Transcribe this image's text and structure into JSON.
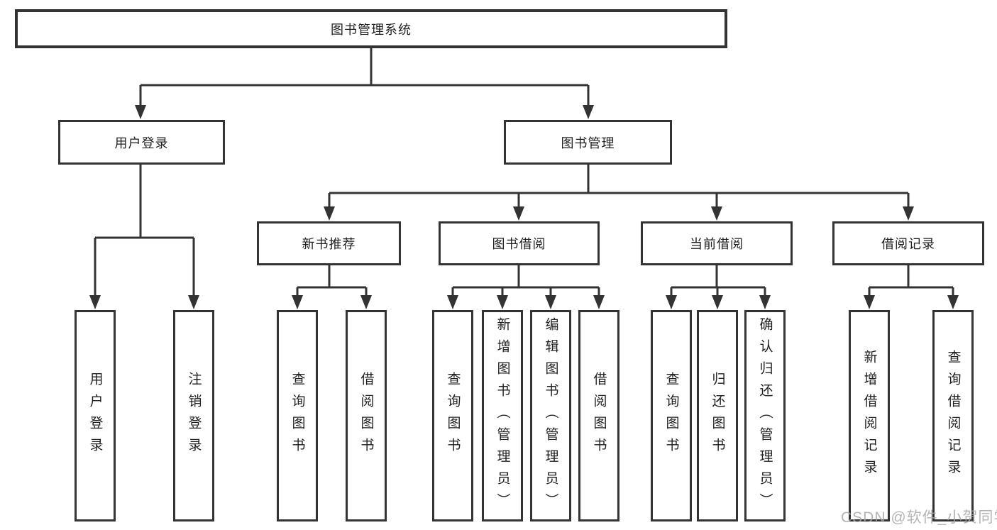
{
  "diagram": {
    "title": "图书管理系统",
    "nodes": {
      "root": {
        "label": "图书管理系统"
      },
      "level2": [
        {
          "id": "user-login",
          "label": "用户登录"
        },
        {
          "id": "book-management",
          "label": "图书管理"
        }
      ],
      "level3": [
        {
          "id": "new-book-recommendation",
          "parent": "图书管理",
          "label": "新书推荐"
        },
        {
          "id": "book-borrowing",
          "parent": "图书管理",
          "label": "图书借阅"
        },
        {
          "id": "current-borrowing",
          "parent": "图书管理",
          "label": "当前借阅"
        },
        {
          "id": "borrowing-records",
          "parent": "图书管理",
          "label": "借阅记录"
        }
      ],
      "leaves": [
        {
          "parent": "用户登录",
          "label": "用户登录"
        },
        {
          "parent": "用户登录",
          "label": "注销登录"
        },
        {
          "parent": "新书推荐",
          "label": "查询图书"
        },
        {
          "parent": "新书推荐",
          "label": "借阅图书"
        },
        {
          "parent": "图书借阅",
          "label": "查询图书"
        },
        {
          "parent": "图书借阅",
          "label": "新增图书（管理员）"
        },
        {
          "parent": "图书借阅",
          "label": "编辑图书（管理员）"
        },
        {
          "parent": "图书借阅",
          "label": "借阅图书"
        },
        {
          "parent": "当前借阅",
          "label": "查询图书"
        },
        {
          "parent": "当前借阅",
          "label": "归还图书"
        },
        {
          "parent": "当前借阅",
          "label": "确认归还（管理员）"
        },
        {
          "parent": "借阅记录",
          "label": "新增借阅记录"
        },
        {
          "parent": "借阅记录",
          "label": "查询借阅记录"
        }
      ]
    }
  },
  "watermark": {
    "text": "CSDN @软件_小贺同学"
  },
  "colors": {
    "line": "#333333",
    "box_border": "#333333",
    "text": "#1f1f1f",
    "watermark": "#a8a8a8",
    "background": "#ffffff"
  }
}
